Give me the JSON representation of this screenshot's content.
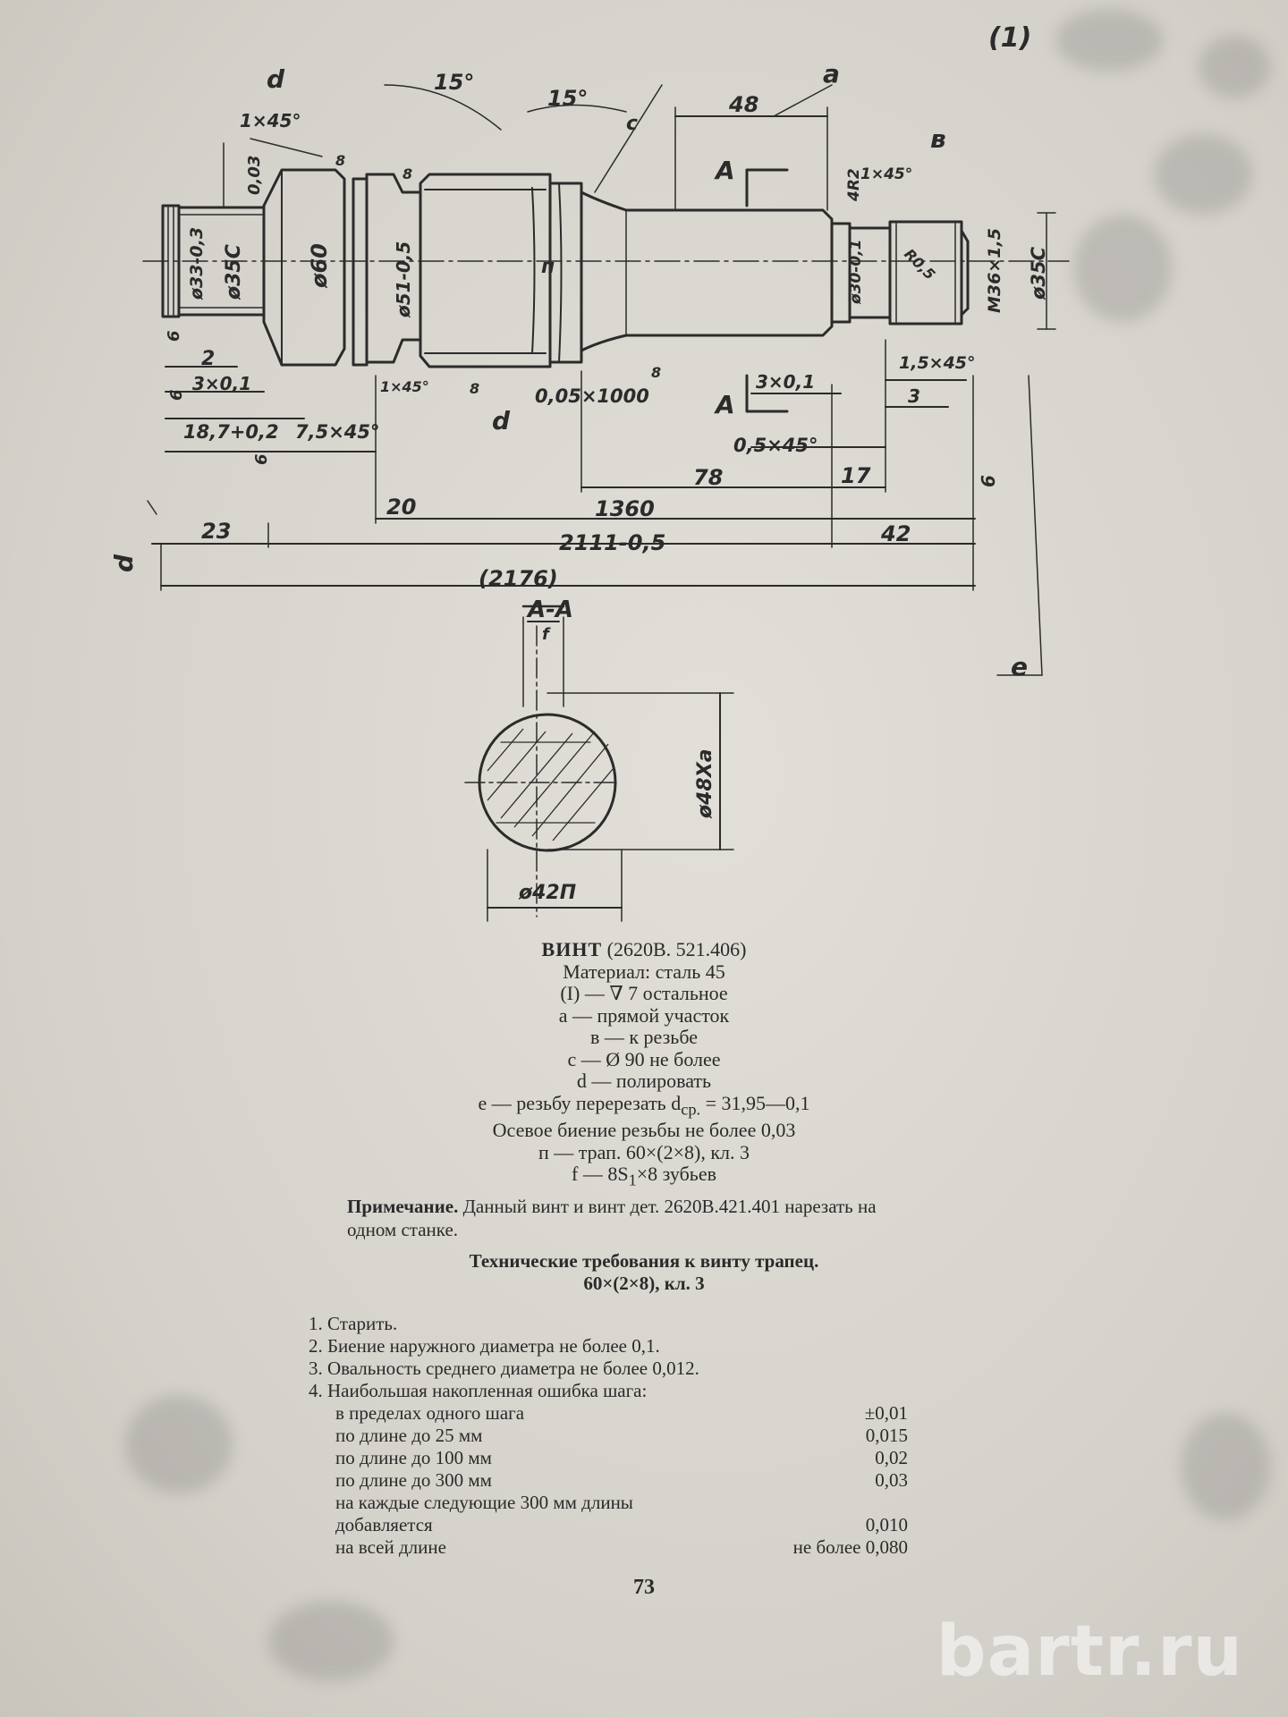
{
  "drawing": {
    "sheet_mark": "(1)",
    "labels": {
      "d": "d",
      "a": "a",
      "b": "в",
      "c": "с",
      "e": "e",
      "n": "п",
      "f": "f",
      "angle1": "15°",
      "angle2": "15°",
      "chamfer1": "1×45°",
      "tol_003": "0,03",
      "r8a": "8",
      "r8b": "8",
      "r8c": "8",
      "r8d": "8",
      "dim48": "48",
      "secA": "A",
      "secA2": "A",
      "d35": "ø35С",
      "d33": "ø33-0,3",
      "d60": "ø60",
      "d51": "ø51-0,5",
      "r4": "4R2",
      "chamfer_r": "1×45°",
      "d30": "ø30-0,1",
      "r05": "R0,5",
      "m36": "М36×1,5",
      "d35r": "ø35С",
      "rough6a": "6",
      "rough6b": "6",
      "rough6c": "6",
      "rough6d": "6",
      "dim2": "2",
      "dim3x01": "3×0,1",
      "dim187": "18,7+0,2",
      "dim75": "7,5×45°",
      "chamfer_mid": "1×45°",
      "runout": "0,05×1000",
      "dim3x01r": "3×0,1",
      "dim15x45": "1,5×45°",
      "dim3": "3",
      "dim05x45": "0,5×45°",
      "dim78": "78",
      "dim17": "17",
      "dim20": "20",
      "dim1360": "1360",
      "dim23": "23",
      "dim2111": "2111-0,5",
      "dim42": "42",
      "dim2176": "(2176)",
      "section_title": "A-A",
      "section_d48": "ø48Хa",
      "section_d42": "ø42П"
    }
  },
  "caption": {
    "title": "ВИНТ",
    "code": "(2620В. 521.406)",
    "lines": [
      "Материал: сталь 45",
      "(I) — ∇ 7 остальное",
      "a — прямой участок",
      "в — к резьбе",
      "c — Ø 90 не более",
      "d — полировать",
      "e — резьбу перерезать d",
      "ср.",
      " = 31,95—0,1",
      "Осевое биение резьбы не более 0,03",
      "п — трап. 60×(2×8), кл. 3",
      "f — 8S",
      "1",
      "×8 зубьев"
    ]
  },
  "note": {
    "bold": "Примечание.",
    "text": " Данный винт и винт дет. 2620В.421.401 нарезать на одном станке."
  },
  "requirements": {
    "title_line1": "Технические требования к винту трапец.",
    "title_line2": "60×(2×8), кл. 3",
    "items": [
      "1. Старить.",
      "2. Биение наружного диаметра не более 0,1.",
      "3. Овальность среднего диаметра не более 0,012.",
      "4. Наибольшая накопленная ошибка шага:"
    ],
    "tolerances": [
      {
        "label": "в пределах одного шага",
        "value": "±0,01"
      },
      {
        "label": "по длине до 25 мм",
        "value": "0,015"
      },
      {
        "label": "по длине до 100 мм",
        "value": "0,02"
      },
      {
        "label": "по длине до 300 мм",
        "value": "0,03"
      },
      {
        "label": "на каждые следующие 300 мм длины",
        "value": ""
      },
      {
        "label": "добавляется",
        "value": "0,010"
      },
      {
        "label": "на всей длине",
        "value": "не более 0,080"
      }
    ]
  },
  "page_number": "73",
  "watermark": "bartr.ru"
}
